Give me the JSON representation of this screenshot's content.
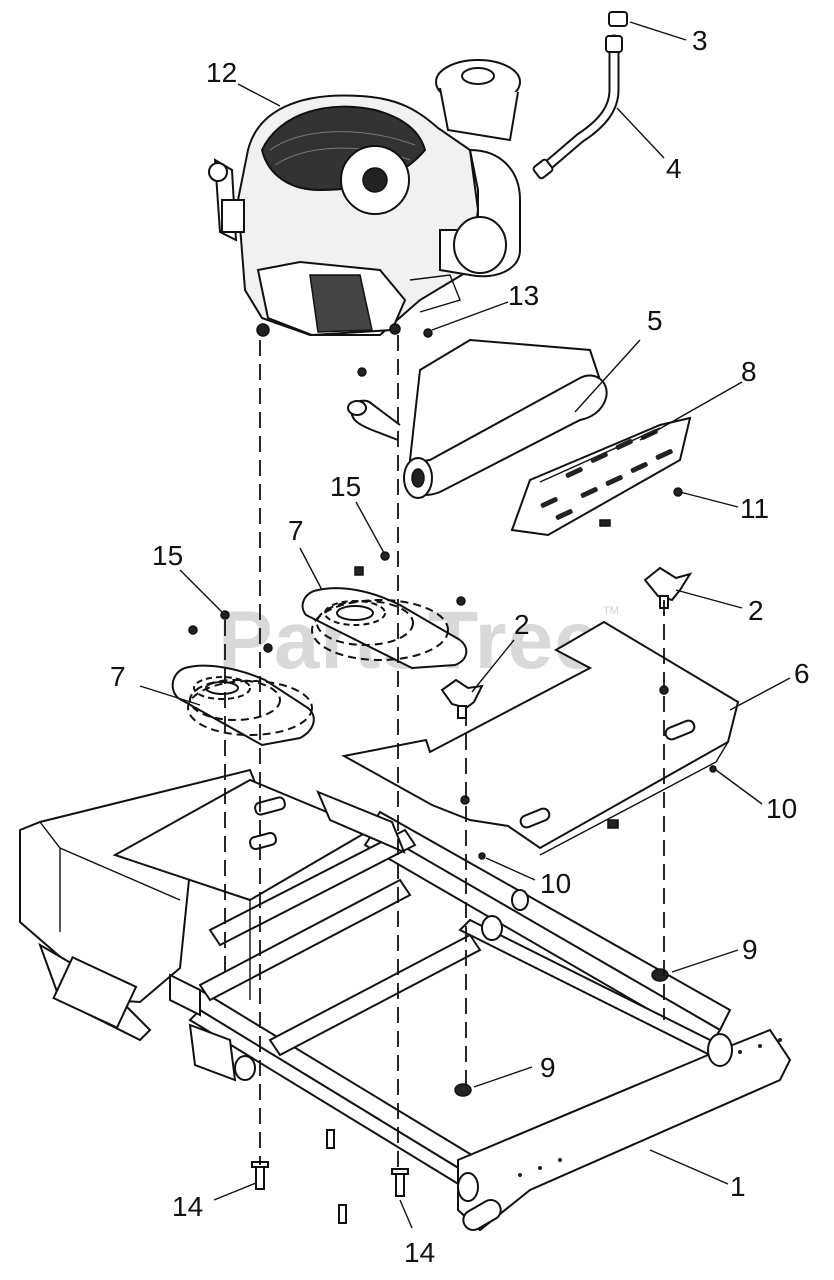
{
  "watermark": {
    "text": "PartsTree",
    "trademark": "TM"
  },
  "callouts": {
    "c1": "1",
    "c2a": "2",
    "c2b": "2",
    "c3": "3",
    "c4": "4",
    "c5": "5",
    "c6": "6",
    "c7a": "7",
    "c7b": "7",
    "c8": "8",
    "c9a": "9",
    "c9b": "9",
    "c10a": "10",
    "c10b": "10",
    "c11": "11",
    "c12": "12",
    "c13": "13",
    "c14a": "14",
    "c14b": "14",
    "c15a": "15",
    "c15b": "15"
  }
}
